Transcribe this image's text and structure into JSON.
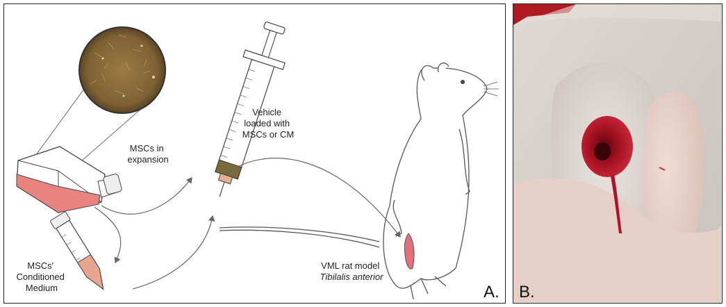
{
  "panel_a": {
    "letter": "A.",
    "labels": {
      "mscs_expansion": [
        "MSCs in",
        "expansion"
      ],
      "vehicle": [
        "Vehicle",
        "loaded with",
        "MSCs or CM"
      ],
      "conditioned_medium": [
        "MSCs'",
        "Conditioned",
        "Medium"
      ],
      "vml_model": [
        "VML rat model",
        "Tibilalis anterior"
      ]
    }
  },
  "panel_b": {
    "letter": "B."
  },
  "colors": {
    "medium_pink": "#e8837f",
    "microscope_brown": "#8a6a3a",
    "wound_red": "#b0122a",
    "outline": "#555555"
  }
}
